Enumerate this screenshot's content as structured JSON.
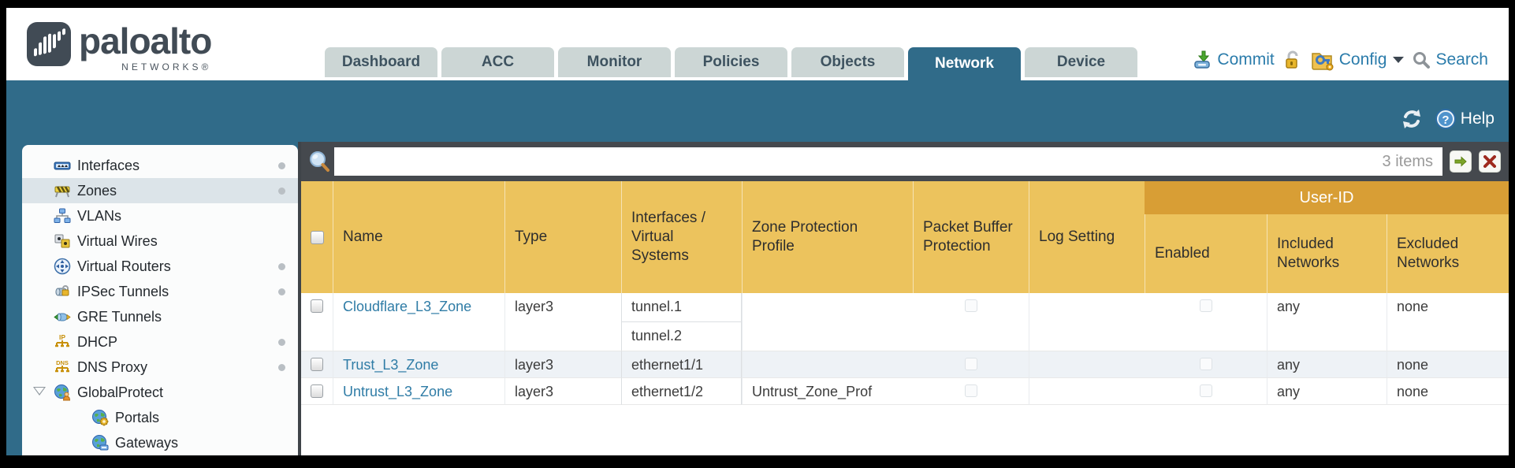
{
  "app": {
    "logo_text": "paloalto",
    "logo_sub": "NETWORKS®"
  },
  "nav": {
    "tabs": [
      {
        "label": "Dashboard",
        "active": false
      },
      {
        "label": "ACC",
        "active": false
      },
      {
        "label": "Monitor",
        "active": false
      },
      {
        "label": "Policies",
        "active": false
      },
      {
        "label": "Objects",
        "active": false
      },
      {
        "label": "Network",
        "active": true
      },
      {
        "label": "Device",
        "active": false
      }
    ]
  },
  "utilities": {
    "commit": "Commit",
    "config": "Config",
    "search": "Search",
    "help": "Help"
  },
  "filter": {
    "value": "",
    "count": "3 items"
  },
  "sidebar": {
    "items": [
      {
        "label": "Interfaces",
        "icon": "interfaces-icon",
        "dot": true
      },
      {
        "label": "Zones",
        "icon": "zones-icon",
        "dot": true,
        "selected": true
      },
      {
        "label": "VLANs",
        "icon": "vlans-icon",
        "dot": false
      },
      {
        "label": "Virtual Wires",
        "icon": "virtual-wires-icon",
        "dot": false
      },
      {
        "label": "Virtual Routers",
        "icon": "virtual-routers-icon",
        "dot": true
      },
      {
        "label": "IPSec Tunnels",
        "icon": "ipsec-tunnels-icon",
        "dot": true
      },
      {
        "label": "GRE Tunnels",
        "icon": "gre-tunnels-icon",
        "dot": false
      },
      {
        "label": "DHCP",
        "icon": "dhcp-icon",
        "dot": true
      },
      {
        "label": "DNS Proxy",
        "icon": "dns-proxy-icon",
        "dot": true
      },
      {
        "label": "GlobalProtect",
        "icon": "globalprotect-icon",
        "dot": false,
        "expanded": true
      },
      {
        "label": "Portals",
        "icon": "portals-icon",
        "child": true
      },
      {
        "label": "Gateways",
        "icon": "gateways-icon",
        "child": true
      }
    ]
  },
  "table": {
    "group_header": "User-ID",
    "columns": {
      "name": "Name",
      "type": "Type",
      "interfaces": "Interfaces / Virtual Systems",
      "zone_protection_profile": "Zone Protection Profile",
      "packet_buffer_protection": "Packet Buffer Protection",
      "log_setting": "Log Setting",
      "enabled": "Enabled",
      "included_networks": "Included Networks",
      "excluded_networks": "Excluded Networks"
    },
    "rows": [
      {
        "name": "Cloudflare_L3_Zone",
        "type": "layer3",
        "interfaces": [
          "tunnel.1",
          "tunnel.2"
        ],
        "zone_protection_profile": "",
        "log_setting": "",
        "included_networks": "any",
        "excluded_networks": "none"
      },
      {
        "name": "Trust_L3_Zone",
        "type": "layer3",
        "interfaces": [
          "ethernet1/1"
        ],
        "zone_protection_profile": "",
        "log_setting": "",
        "included_networks": "any",
        "excluded_networks": "none"
      },
      {
        "name": "Untrust_L3_Zone",
        "type": "layer3",
        "interfaces": [
          "ethernet1/2"
        ],
        "zone_protection_profile": "Untrust_Zone_Prof",
        "log_setting": "",
        "included_networks": "any",
        "excluded_networks": "none"
      }
    ]
  },
  "colors": {
    "teal": "#306b89",
    "header_orange": "#ecc35d",
    "userid_orange": "#d89e35",
    "link_blue": "#2f7ca6",
    "filter_bar": "#45494e",
    "tab_inactive": "#ccd6d5"
  }
}
